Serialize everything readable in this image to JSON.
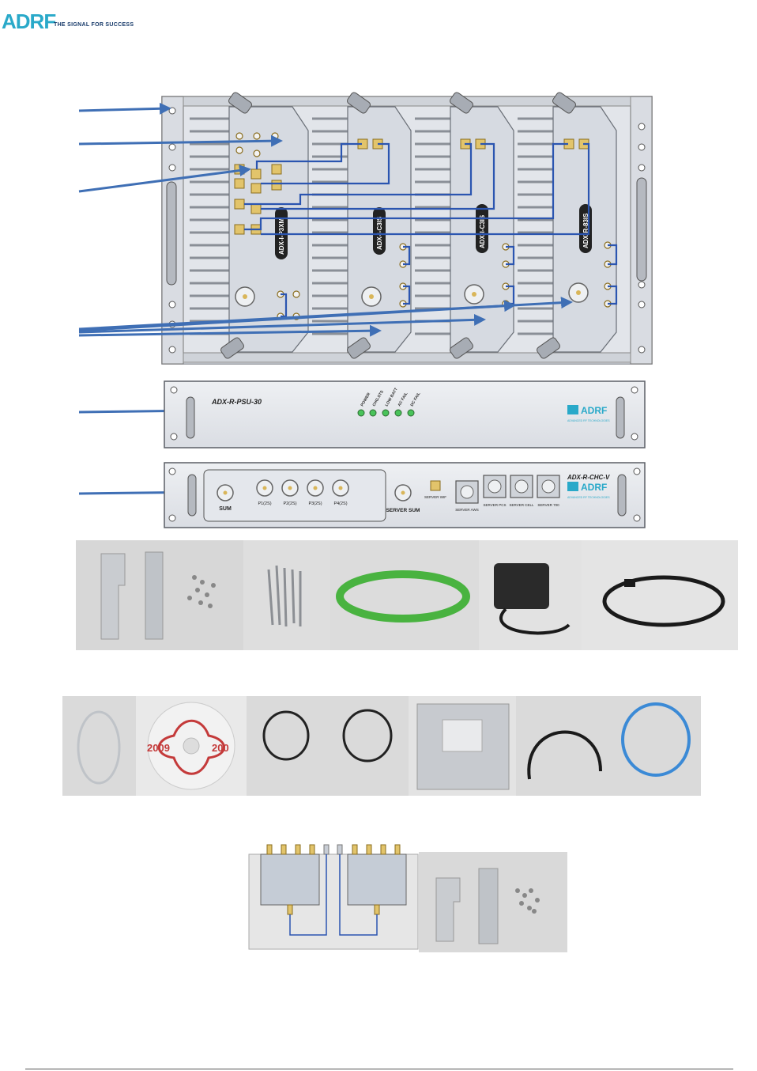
{
  "header": {
    "logo_mark": "ADRF",
    "logo_tagline": "THE SIGNAL FOR SUCCESS"
  },
  "rack_chassis": {
    "modules": [
      {
        "label": "ADX-I-P3XM"
      },
      {
        "label": "ADX-I-C3IS"
      },
      {
        "label": "ADX-I-C3IS"
      },
      {
        "label": "ADX-R-83IS"
      }
    ]
  },
  "psu_panel": {
    "model": "ADX-R-PSU-30",
    "leds": [
      "POWER",
      "CHG.STS",
      "LOW BATT",
      "AC FAIL",
      "DC FAIL"
    ],
    "brand_mark": "ADRF",
    "brand_sub": "ADVANCED RF TECHNOLOGIES"
  },
  "chc_panel": {
    "model": "ADX-R-CHC-V",
    "ports": [
      "SUM",
      "P1(2S)",
      "P2(2S)",
      "P3(2S)",
      "P4(2S)",
      "SERVER SUM",
      "SERVER WIF",
      "SERVER AWS",
      "SERVER PCS",
      "SERVER CELL",
      "SERVER 700"
    ],
    "brand_mark": "ADRF",
    "brand_sub": "ADVANCED RF TECHNOLOGIES"
  },
  "disc": {
    "year_left": "2009",
    "year_right": "200"
  },
  "colors": {
    "arrow": "#3f6fb5",
    "panel": "#e6e9ee",
    "heatsink": "#bfc4cc",
    "cable_blue": "#2b55b0",
    "accent": "#29a9c9"
  }
}
